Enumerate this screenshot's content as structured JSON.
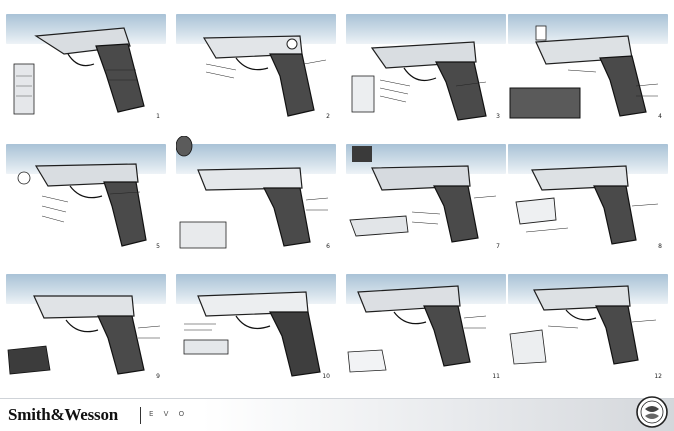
{
  "brand": {
    "name": "Smith&Wesson",
    "sub": "E V O"
  },
  "sketches": [
    {
      "number": "1"
    },
    {
      "number": "2"
    },
    {
      "number": "3"
    },
    {
      "number": "4"
    },
    {
      "number": "5"
    },
    {
      "number": "6"
    },
    {
      "number": "7"
    },
    {
      "number": "8"
    },
    {
      "number": "9"
    },
    {
      "number": "10"
    },
    {
      "number": "11"
    },
    {
      "number": "12"
    }
  ],
  "colors": {
    "band": "#a9c2d6",
    "ink": "#1f1f1f",
    "grip": "#4a4a4a",
    "metal": "#cfd4d9"
  },
  "icons": {
    "seal": "smith-wesson-seal-icon"
  }
}
